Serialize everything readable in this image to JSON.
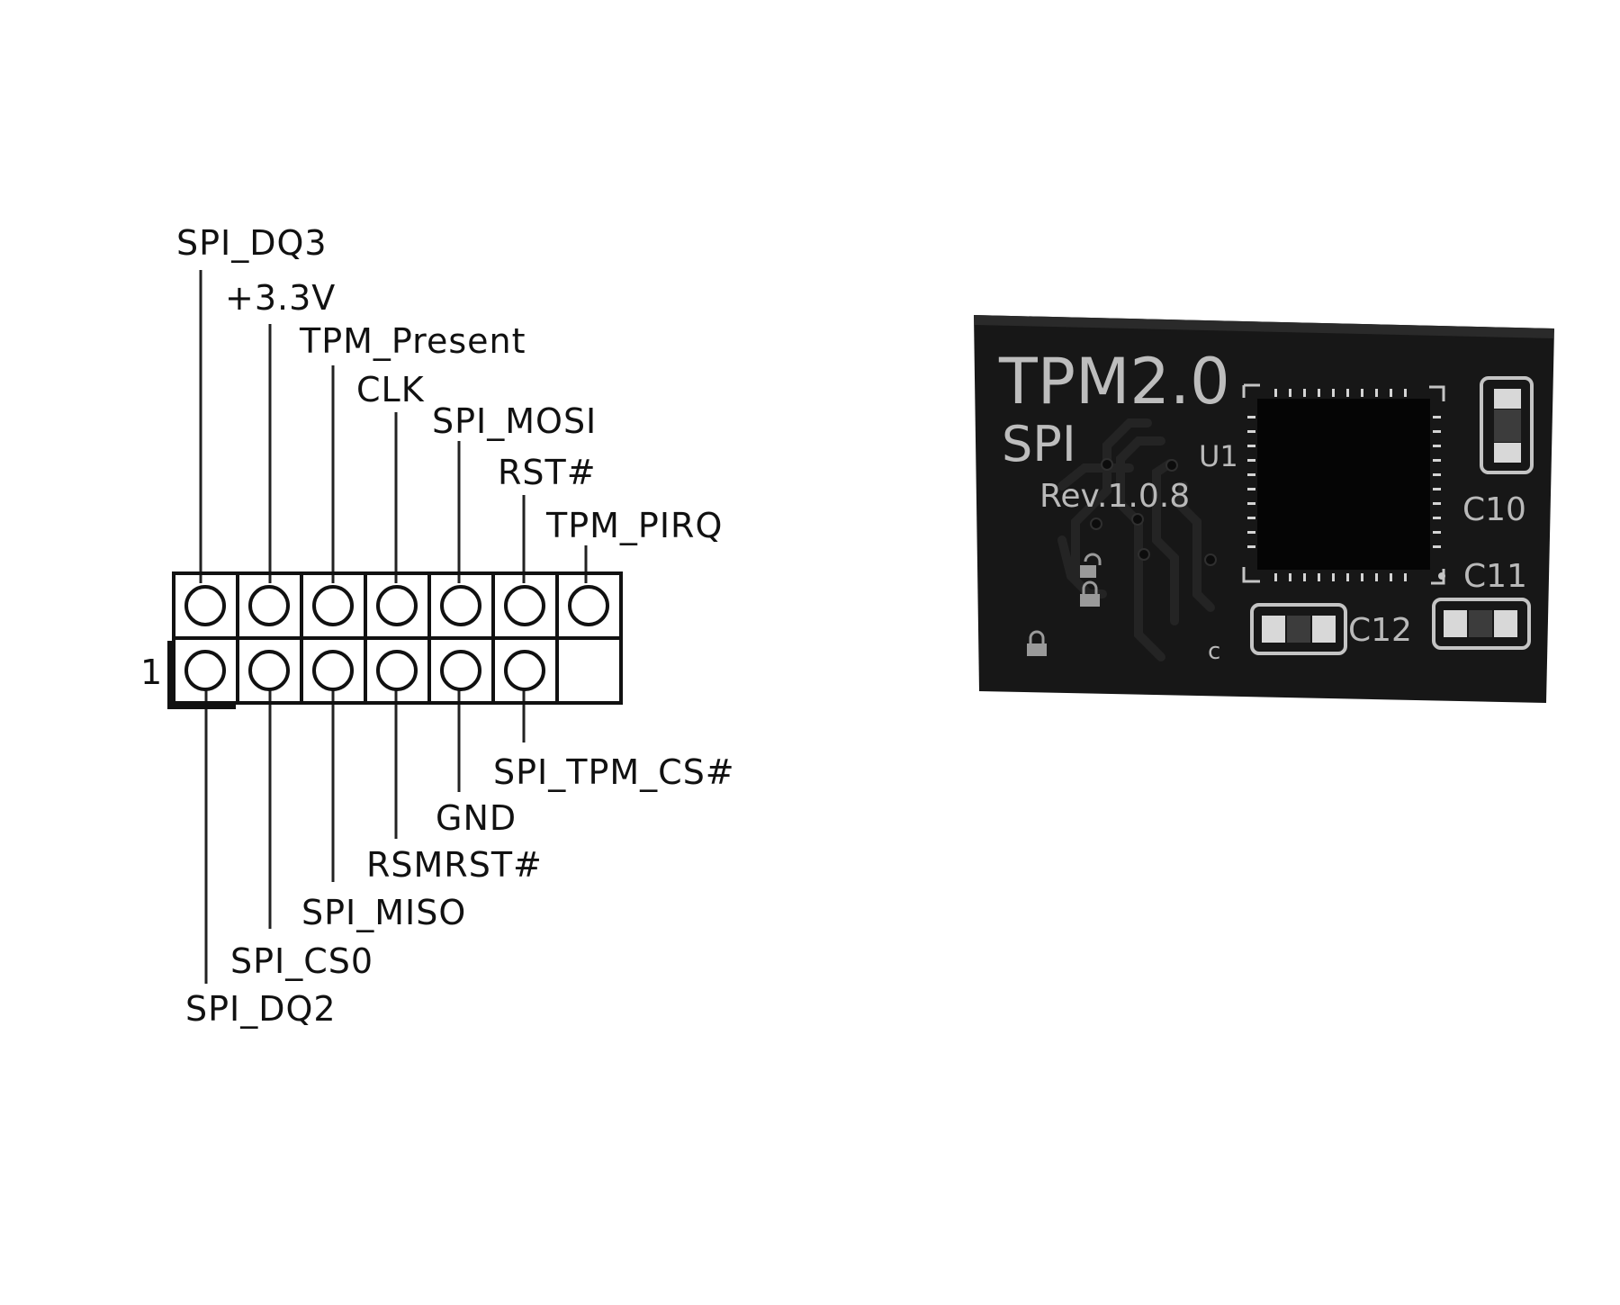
{
  "header": {
    "pin1_marker": "1",
    "top_row": [
      {
        "label": "SPI_DQ3"
      },
      {
        "label": "+3.3V"
      },
      {
        "label": "TPM_Present"
      },
      {
        "label": "CLK"
      },
      {
        "label": "SPI_MOSI"
      },
      {
        "label": "RST#"
      },
      {
        "label": "TPM_PIRQ"
      }
    ],
    "bottom_row": [
      {
        "label": "SPI_DQ2"
      },
      {
        "label": "SPI_CS0"
      },
      {
        "label": "SPI_MISO"
      },
      {
        "label": "RSMRST#"
      },
      {
        "label": "GND"
      },
      {
        "label": "SPI_TPM_CS#"
      },
      {
        "label": ""
      }
    ]
  },
  "module": {
    "title": "TPM2.0",
    "interface": "SPI",
    "revision": "Rev.1.0.8",
    "chip_ref": "U1",
    "capacitors": [
      "C10",
      "C11",
      "C12"
    ],
    "board_color": "#171717",
    "silkscreen_color": "#c4c4c4"
  }
}
